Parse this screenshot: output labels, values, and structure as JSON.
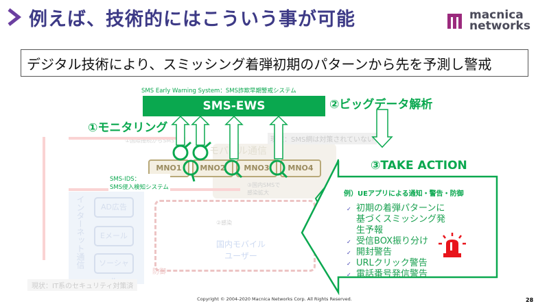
{
  "header": {
    "title": "例えば、技術的にはこういう事が可能",
    "logo": "macnica networks",
    "logo_lines": [
      "macnica",
      "networks"
    ]
  },
  "subtitle": "デジタル技術により、スミッシング着弾初期のパターンから先を予測し警戒",
  "diagram": {
    "ews_caption": "SMS Early Warning System：SMS詐欺早期警戒システム",
    "ews_label": "SMS-EWS",
    "step1": "①モニタリング",
    "step2": "②ビッグデータ解析",
    "step3": "③TAKE ACTION",
    "ids_label": [
      "SMS-IDS：",
      "SMS侵入検知システム"
    ],
    "background": {
      "intl": "①国際接続からSMS",
      "current": "現在：SMS網は対策されていない",
      "mobile": "モバイル通信",
      "mnos": [
        "MNO1",
        "MNO2",
        "MNO3",
        "MNO4"
      ],
      "spread": [
        "③国内SMSで",
        "感染拡大"
      ],
      "infect": "②感染",
      "internet": "インターネット通信",
      "channels": [
        "AD広告",
        "Eメール",
        "ソーシャル"
      ],
      "users": [
        "国内モバイル",
        "ユーザー"
      ],
      "defense": "防御",
      "status": "現状：IT系のセキュリティ対策済"
    },
    "action": {
      "heading": "例）UEアプリによる通知・警告・防御",
      "items": [
        "初期の着弾パターンに基づくスミッシング発生予報",
        "受信BOX振り分け",
        "開封警告",
        "URLクリック警告",
        "電話番号発信警告"
      ],
      "icon": "alarm-light-icon"
    }
  },
  "footer": {
    "copyright": "Copyright © 2004-2020 Macnica Networks Corp. All Rights Reserved.",
    "page": "28"
  },
  "colors": {
    "green": "#0aa84f",
    "title": "#3d3a86",
    "alarm": "#e8141b"
  }
}
